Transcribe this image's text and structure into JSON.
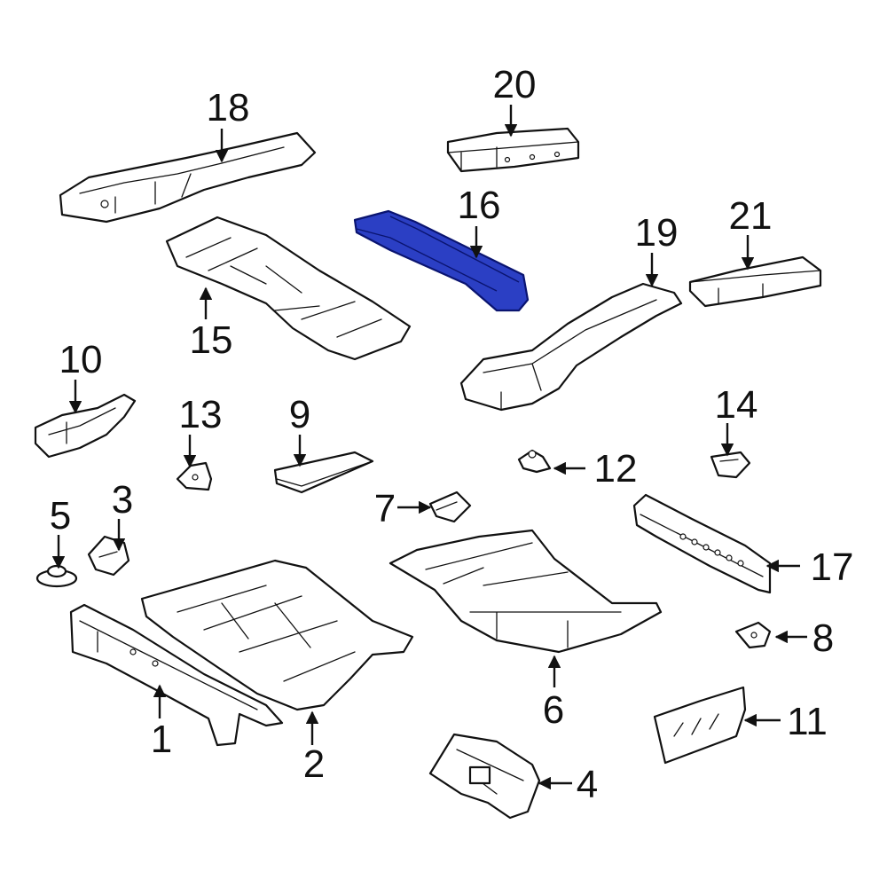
{
  "diagram": {
    "highlight_color": "#2b3fc4",
    "line_color": "#111111",
    "callouts": [
      "1",
      "2",
      "3",
      "4",
      "5",
      "6",
      "7",
      "8",
      "9",
      "10",
      "11",
      "12",
      "13",
      "14",
      "15",
      "16",
      "17",
      "18",
      "19",
      "20",
      "21"
    ],
    "highlighted_part": "16"
  }
}
